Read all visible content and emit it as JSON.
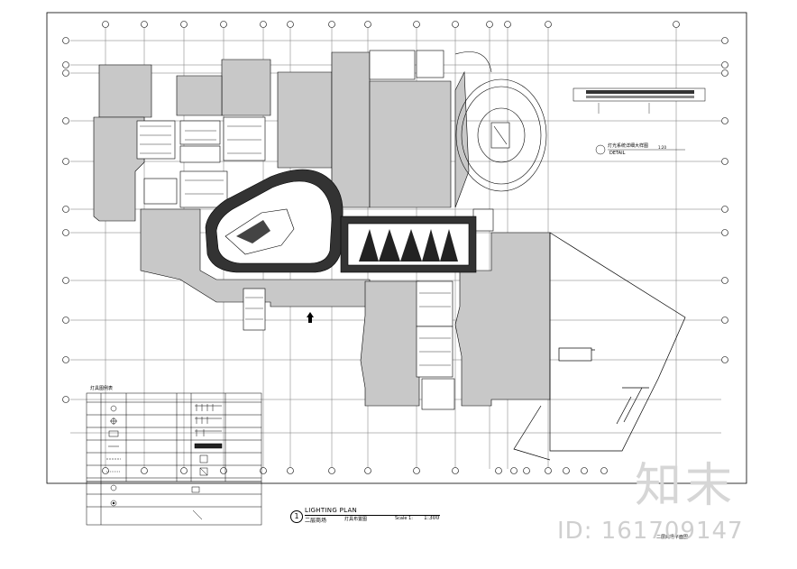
{
  "drawing": {
    "title_en": "LIGHTING PLAN",
    "title_cn": "二层商场",
    "title_sub": "灯具布置图",
    "scale_label": "Scale 1:",
    "scale_value": "1:300",
    "title_number": "1",
    "detail_title": "灯光系统详细大样图",
    "detail_sub": "DETAIL",
    "detail_scale": "1:20",
    "legend_title": "灯具图例表",
    "footer_note": "二层商场平面图"
  },
  "watermark": {
    "brand": "知末",
    "id": "ID: 161709147"
  },
  "colors": {
    "floor_fill": "#c8c8c8",
    "line": "#000000",
    "grid": "#555555",
    "watermark": "#d0d0d0"
  }
}
